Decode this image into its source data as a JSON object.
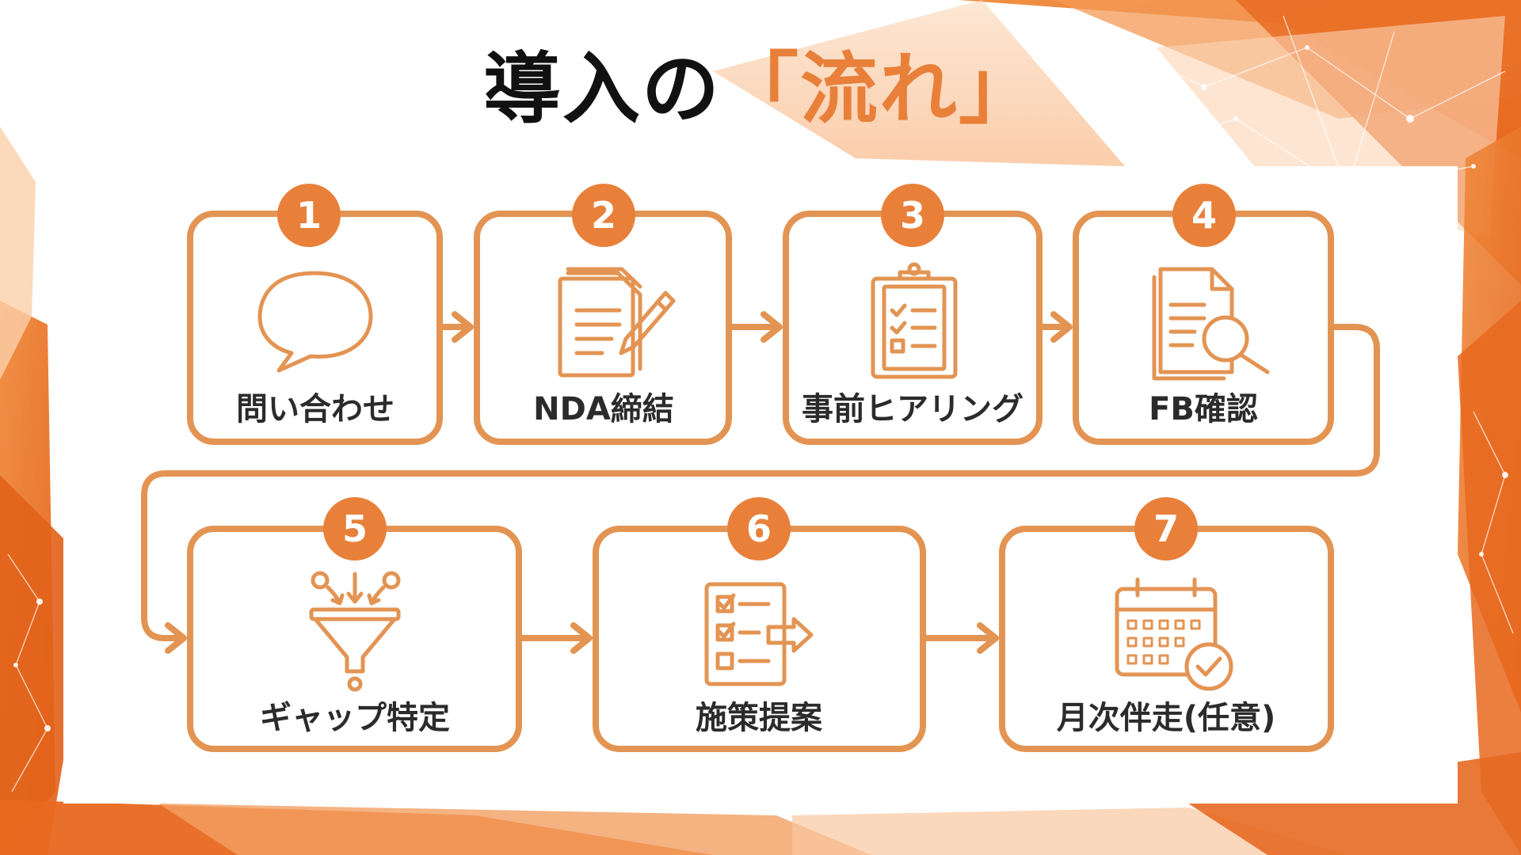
{
  "title": {
    "main": "導入の",
    "accent": "「流れ」"
  },
  "colors": {
    "accent": "#e8803a",
    "stroke": "#e39453",
    "text": "#2b2b2b"
  },
  "steps": [
    {
      "number": "1",
      "label": "問い合わせ",
      "icon": "speech-bubble-icon"
    },
    {
      "number": "2",
      "label": "NDA締結",
      "icon": "document-pen-icon"
    },
    {
      "number": "3",
      "label": "事前ヒアリング",
      "icon": "clipboard-checklist-icon"
    },
    {
      "number": "4",
      "label": "FB確認",
      "icon": "document-magnifier-icon"
    },
    {
      "number": "5",
      "label": "ギャップ特定",
      "icon": "funnel-icon"
    },
    {
      "number": "6",
      "label": "施策提案",
      "icon": "checklist-arrow-icon"
    },
    {
      "number": "7",
      "label": "月次伴走(任意)",
      "icon": "calendar-check-icon"
    }
  ]
}
